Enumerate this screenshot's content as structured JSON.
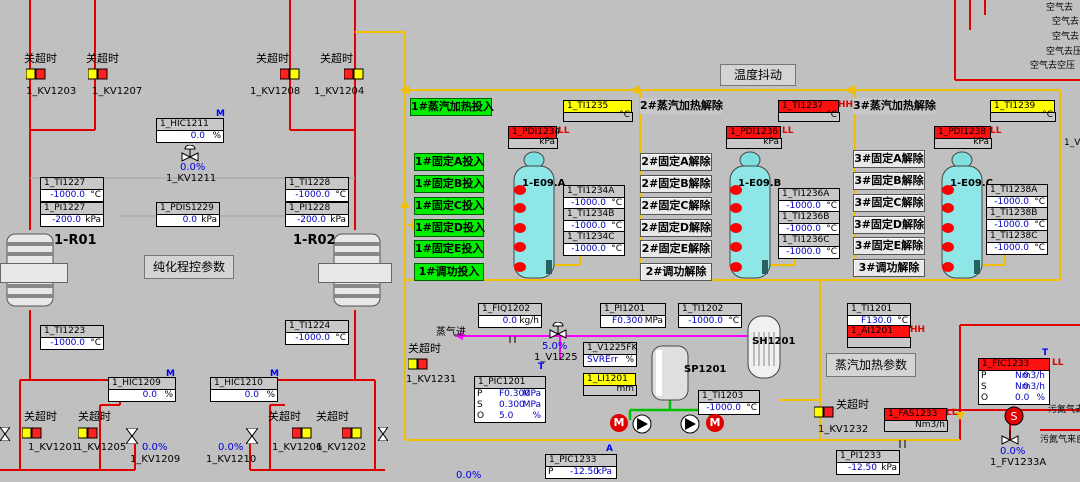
{
  "buttons": {
    "temp_jitter": "温度抖动",
    "purify_params": "纯化程控参数",
    "steam_params": "蒸汽加热参数"
  },
  "reactors": {
    "r01": "1-R01",
    "r02": "1-R02"
  },
  "towers": {
    "a": "1-E09.A",
    "b": "1-E09.B",
    "c": "1-E09.C"
  },
  "vessels": {
    "sp1201": "SP1201",
    "sh1201": "SH1201"
  },
  "labels": {
    "timeout": "关超时",
    "steam_in": "蒸气进",
    "kv1203": "1_KV1203",
    "kv1207": "1_KV1207",
    "kv1208": "1_KV1208",
    "kv1204": "1_KV1204",
    "kv1211": "1_KV1211",
    "kv1201": "1_KV1201",
    "kv1205": "1_KV1205",
    "kv1209": "1_KV1209",
    "kv1210": "1_KV1210",
    "kv1206": "1_KV1206",
    "kv1202": "1_KV1202",
    "kv1231": "1_KV1231",
    "kv1232": "1_KV1232",
    "v1225": "1_V1225",
    "fv1233a": "1_FV1233A"
  },
  "pcts": {
    "hic1211": "0.0%",
    "v1225": "5.0%",
    "kv1209": "0.0%",
    "kv1210": "0.0%",
    "fv1233a": "0.0%",
    "bottom": "0.0%"
  },
  "group1": {
    "header": "1#蒸汽加热投入",
    "items": [
      "1#固定A投入",
      "1#固定B投入",
      "1#固定C投入",
      "1#固定D投入",
      "1#固定E投入",
      "1#调功投入"
    ]
  },
  "group2": {
    "header": "2#蒸汽加热解除",
    "items": [
      "2#固定A解除",
      "2#固定B解除",
      "2#固定C解除",
      "2#固定D解除",
      "2#固定E解除",
      "2#调功解除"
    ]
  },
  "group3": {
    "header": "3#蒸汽加热解除",
    "items": [
      "3#固定A解除",
      "3#固定B解除",
      "3#固定C解除",
      "3#固定D解除",
      "3#固定E解除",
      "3#调功解除"
    ]
  },
  "instruments": {
    "hic1211": {
      "name": "1_HIC1211",
      "value": "0.0",
      "unit": "%"
    },
    "ti1227": {
      "name": "1_TI1227",
      "value": "-1000.0",
      "unit": "°C"
    },
    "pi1227": {
      "name": "1_PI1227",
      "value": "-200.0",
      "unit": "kPa"
    },
    "pdis1229": {
      "name": "1_PDIS1229",
      "value": "0.0",
      "unit": "kPa"
    },
    "ti1228": {
      "name": "1_TI1228",
      "value": "-1000.0",
      "unit": "°C"
    },
    "pi1228": {
      "name": "1_PI1228",
      "value": "-200.0",
      "unit": "kPa"
    },
    "ti1223": {
      "name": "1_TI1223",
      "value": "-1000.0",
      "unit": "°C"
    },
    "ti1224": {
      "name": "1_TI1224",
      "value": "-1000.0",
      "unit": "°C"
    },
    "hic1209": {
      "name": "1_HIC1209",
      "value": "0.0",
      "unit": "%"
    },
    "hic1210": {
      "name": "1_HIC1210",
      "value": "0.0",
      "unit": "%"
    },
    "ti1235": {
      "name": "1_TI1235",
      "value": "",
      "unit": "°C"
    },
    "pdi1234": {
      "name": "1_PDI1234",
      "value": "",
      "unit": "kPa"
    },
    "ti1234a": {
      "name": "1_TI1234A",
      "value": "-1000.0",
      "unit": "°C"
    },
    "ti1234b": {
      "name": "1_TI1234B",
      "value": "-1000.0",
      "unit": "°C"
    },
    "ti1234c": {
      "name": "1_TI1234C",
      "value": "-1000.0",
      "unit": "°C"
    },
    "ti1237": {
      "name": "1_TI1237",
      "value": "",
      "unit": "°C"
    },
    "pdi1236": {
      "name": "1_PDI1236",
      "value": "",
      "unit": "kPa"
    },
    "ti1236a": {
      "name": "1_TI1236A",
      "value": "-1000.0",
      "unit": "°C"
    },
    "ti1236b": {
      "name": "1_TI1236B",
      "value": "-1000.0",
      "unit": "°C"
    },
    "ti1236c": {
      "name": "1_TI1236C",
      "value": "-1000.0",
      "unit": "°C"
    },
    "ti1239": {
      "name": "1_TI1239",
      "value": "",
      "unit": "°C"
    },
    "pdi1238": {
      "name": "1_PDI1238",
      "value": "",
      "unit": "kPa"
    },
    "ti1238a": {
      "name": "1_TI1238A",
      "value": "-1000.0",
      "unit": "°C"
    },
    "ti1238b": {
      "name": "1_TI1238B",
      "value": "-1000.0",
      "unit": "°C"
    },
    "ti1238c": {
      "name": "1_TI1238C",
      "value": "-1000.0",
      "unit": "°C"
    },
    "fiq1202": {
      "name": "1_FIQ1202",
      "value": "0.0",
      "unit": "kg/h"
    },
    "pi1201": {
      "name": "1_PI1201",
      "value": "F0.300",
      "unit": "MPa"
    },
    "ti1202": {
      "name": "1_TI1202",
      "value": "-1000.0",
      "unit": "°C"
    },
    "ti1201": {
      "name": "1_TI1201",
      "value": "F130.0",
      "unit": "°C"
    },
    "ai1201": {
      "name": "1_AI1201",
      "value": "",
      "unit": ""
    },
    "v1225fk": {
      "name": "1_V1225FK",
      "value": "SVRErr",
      "unit": "%"
    },
    "li1201": {
      "name": "1_LI1201",
      "value": "",
      "unit": "mm"
    },
    "ti1203": {
      "name": "1_TI1203",
      "value": "-1000.0",
      "unit": "°C"
    },
    "fas1233": {
      "name": "1_FAS1233",
      "value": "",
      "unit": "Nm3/h"
    },
    "pi1233": {
      "name": "1_PI1233",
      "value": "-12.50",
      "unit": "kPa"
    }
  },
  "pic1201": {
    "name": "1_PIC1201",
    "rows": [
      {
        "k": "P",
        "v": "F0.300",
        "u": "MPa"
      },
      {
        "k": "S",
        "v": "0.300",
        "u": "MPa"
      },
      {
        "k": "O",
        "v": "5.0",
        "u": "%"
      }
    ]
  },
  "pic1233": {
    "name": "1_PIC1233",
    "rows": [
      {
        "k": "P",
        "v": "-12.50",
        "u": "kPa"
      }
    ]
  },
  "fic1233": {
    "name": "1_FIC1233",
    "rows": [
      {
        "k": "P",
        "v": "0",
        "u": "Nm3/h"
      },
      {
        "k": "S",
        "v": "0",
        "u": "Nm3/h"
      },
      {
        "k": "O",
        "v": "0.0",
        "u": "%"
      }
    ]
  },
  "alarm_tags": {
    "ll": "LL",
    "hh": "HH",
    "m": "M",
    "a": "A",
    "t": "T"
  },
  "right_edge": {
    "lines": [
      "空气去",
      "空气去",
      "空气去",
      "空气去压",
      "空气去空压"
    ],
    "line_mid": "1_V",
    "nitrogen_out": "污氮气去",
    "nitrogen_in": "污氮气来自"
  },
  "colors": {
    "background": "#c0c0c0",
    "pipe_red": "#e00000",
    "pipe_yellow": "#f0c000",
    "pipe_magenta": "#ff00ff",
    "pipe_green": "#00c000",
    "button_green": "#00ee00"
  }
}
